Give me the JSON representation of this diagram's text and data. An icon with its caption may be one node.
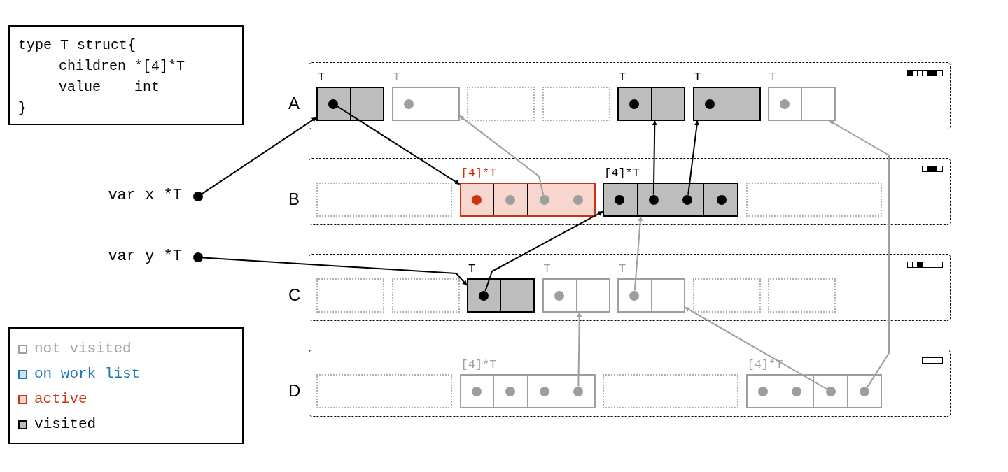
{
  "diagram": {
    "nodes": [
      {
        "text": [
          "type T struct{",
          "children *[4]*T",
          "value    int",
          "}"
        ]
      },
      {
        "text": [],
        "shape": "circle",
        "beside": [
          "var x *T"
        ]
      },
      {
        "text": [],
        "shape": "circle",
        "beside": [
          "var y *T"
        ]
      },
      {
        "text": [
          "A"
        ]
      },
      {
        "text": [
          "T"
        ],
        "in": 3
      },
      {
        "text": [],
        "shape": "circle",
        "in": 4
      },
      {
        "text": [
          "T"
        ],
        "in": 3
      },
      {
        "text": [],
        "shape": "circle",
        "in": 6
      },
      {
        "text": [],
        "shape": "box",
        "in": 3
      },
      {
        "text": [],
        "shape": "box",
        "in": 3
      },
      {
        "text": [
          "T"
        ],
        "in": 3
      },
      {
        "text": [],
        "shape": "circle",
        "in": 10
      },
      {
        "text": [
          "T"
        ],
        "in": 3
      },
      {
        "text": [],
        "shape": "circle",
        "in": 12
      },
      {
        "text": [
          "T"
        ],
        "in": 3
      },
      {
        "text": [],
        "shape": "circle",
        "in": 14
      },
      {
        "text": [
          "B"
        ]
      },
      {
        "text": [],
        "shape": "box",
        "in": 16
      },
      {
        "text": [
          "[4]*T"
        ],
        "in": 16
      },
      {
        "text": [],
        "shape": "circle",
        "in": 18
      },
      {
        "text": [],
        "shape": "circle",
        "in": 18
      },
      {
        "text": [],
        "shape": "circle",
        "in": 18
      },
      {
        "text": [],
        "shape": "circle",
        "in": 18
      },
      {
        "text": [
          "[4]*T"
        ],
        "in": 16
      },
      {
        "text": [],
        "shape": "circle",
        "in": 23
      },
      {
        "text": [],
        "shape": "circle",
        "in": 23
      },
      {
        "text": [],
        "shape": "circle",
        "in": 23
      },
      {
        "text": [],
        "shape": "circle",
        "in": 23
      },
      {
        "text": [],
        "shape": "box",
        "in": 16
      },
      {
        "text": [
          "C"
        ]
      },
      {
        "text": [],
        "shape": "box",
        "in": 29
      },
      {
        "text": [],
        "shape": "box",
        "in": 29
      },
      {
        "text": [
          "T"
        ],
        "in": 29
      },
      {
        "text": [],
        "shape": "circle",
        "in": 32
      },
      {
        "text": [
          "T"
        ],
        "in": 29
      },
      {
        "text": [],
        "shape": "circle",
        "in": 34
      },
      {
        "text": [
          "T"
        ],
        "in": 29
      },
      {
        "text": [],
        "shape": "circle",
        "in": 36
      },
      {
        "text": [],
        "shape": "box",
        "in": 29
      },
      {
        "text": [],
        "shape": "box",
        "in": 29
      },
      {
        "text": [
          "D"
        ]
      },
      {
        "text": [],
        "shape": "box",
        "in": 40
      },
      {
        "text": [
          "[4]*T"
        ],
        "in": 40
      },
      {
        "text": [],
        "shape": "circle",
        "in": 42
      },
      {
        "text": [],
        "shape": "circle",
        "in": 42
      },
      {
        "text": [],
        "shape": "circle",
        "in": 42
      },
      {
        "text": [],
        "shape": "circle",
        "in": 42
      },
      {
        "text": [],
        "shape": "box",
        "in": 40
      },
      {
        "text": [
          "[4]*T"
        ],
        "in": 40
      },
      {
        "text": [],
        "shape": "circle",
        "in": 48
      },
      {
        "text": [],
        "shape": "circle",
        "in": 48
      },
      {
        "text": [],
        "shape": "circle",
        "in": 48
      },
      {
        "text": [],
        "shape": "circle",
        "in": 48
      }
    ],
    "edges": [
      {
        "from": 1,
        "to": 4,
        "arrow": "to"
      },
      {
        "from": 2,
        "to": 32,
        "arrow": "to"
      },
      {
        "from": 5,
        "to": 18,
        "arrow": "to"
      },
      {
        "from": 33,
        "to": 23,
        "arrow": "to"
      },
      {
        "from": 21,
        "to": 6,
        "arrow": "to",
        "color": "#9e9e9e"
      },
      {
        "from": 25,
        "to": 10,
        "arrow": "to"
      },
      {
        "from": 26,
        "to": 12,
        "arrow": "to"
      },
      {
        "from": 37,
        "to": 23,
        "arrow": "to",
        "color": "#9e9e9e"
      },
      {
        "from": 46,
        "to": 34,
        "arrow": "to",
        "color": "#9e9e9e"
      },
      {
        "from": 51,
        "to": 36,
        "arrow": "to",
        "color": "#9e9e9e"
      },
      {
        "from": 52,
        "to": 14,
        "arrow": "to",
        "color": "#9e9e9e"
      }
    ],
    "legend": [
      {
        "text": "not visited",
        "color": "#ffffff"
      },
      {
        "text": "on work list",
        "color": "#cfe3f1"
      },
      {
        "text": "active",
        "color": "#f6d6cf"
      },
      {
        "text": "visited",
        "color": "#bdbdbd"
      }
    ]
  }
}
